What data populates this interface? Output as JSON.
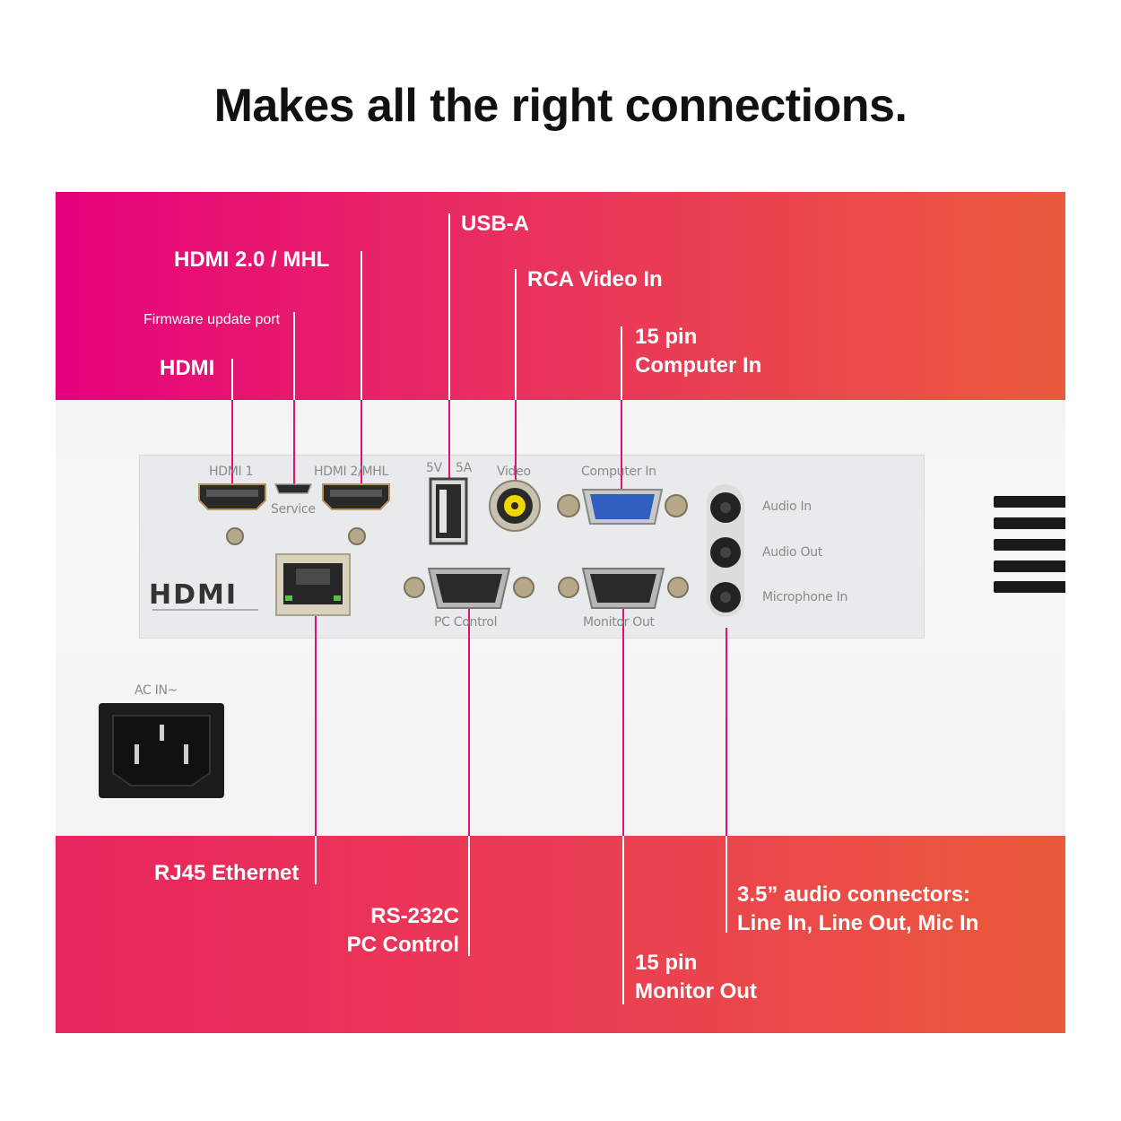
{
  "headline": "Makes all the right connections.",
  "callouts": {
    "usb_a": "USB-A",
    "hdmi_mhl": "HDMI 2.0 / MHL",
    "rca_video": "RCA Video In",
    "firmware": "Firmware update port",
    "computer_in_line1": "15 pin",
    "computer_in_line2": "Computer In",
    "hdmi": "HDMI",
    "rj45": "RJ45 Ethernet",
    "rs232_line1": "RS-232C",
    "rs232_line2": "PC Control",
    "audio_line1": "3.5” audio connectors:",
    "audio_line2": "Line In, Line Out, Mic In",
    "monitor_out_line1": "15 pin",
    "monitor_out_line2": "Monitor Out"
  },
  "panel_labels": {
    "hdmi1": "HDMI 1",
    "hdmi2": "HDMI 2/MHL",
    "service": "Service",
    "usb_5v": "5V",
    "usb_5a": "5A",
    "video": "Video",
    "computer_in": "Computer In",
    "audio_in": "Audio In",
    "audio_out": "Audio Out",
    "microphone_in": "Microphone In",
    "pc_control": "PC Control",
    "monitor_out": "Monitor Out",
    "hdmi_logo": "HDMI",
    "ac_in": "AC IN~"
  },
  "colors": {
    "band_start": "#e6007e",
    "band_end": "#ea5a3c",
    "connector_blue": "#2f5fbf",
    "rca_yellow": "#f2d600"
  },
  "icons": [
    "hdmi-port-icon",
    "micro-usb-port-icon",
    "usb-a-port-icon",
    "rca-jack-icon",
    "vga-port-icon",
    "ethernet-port-icon",
    "db9-port-icon",
    "audio-jack-icon",
    "ac-inlet-icon",
    "hdmi-logo-icon"
  ]
}
